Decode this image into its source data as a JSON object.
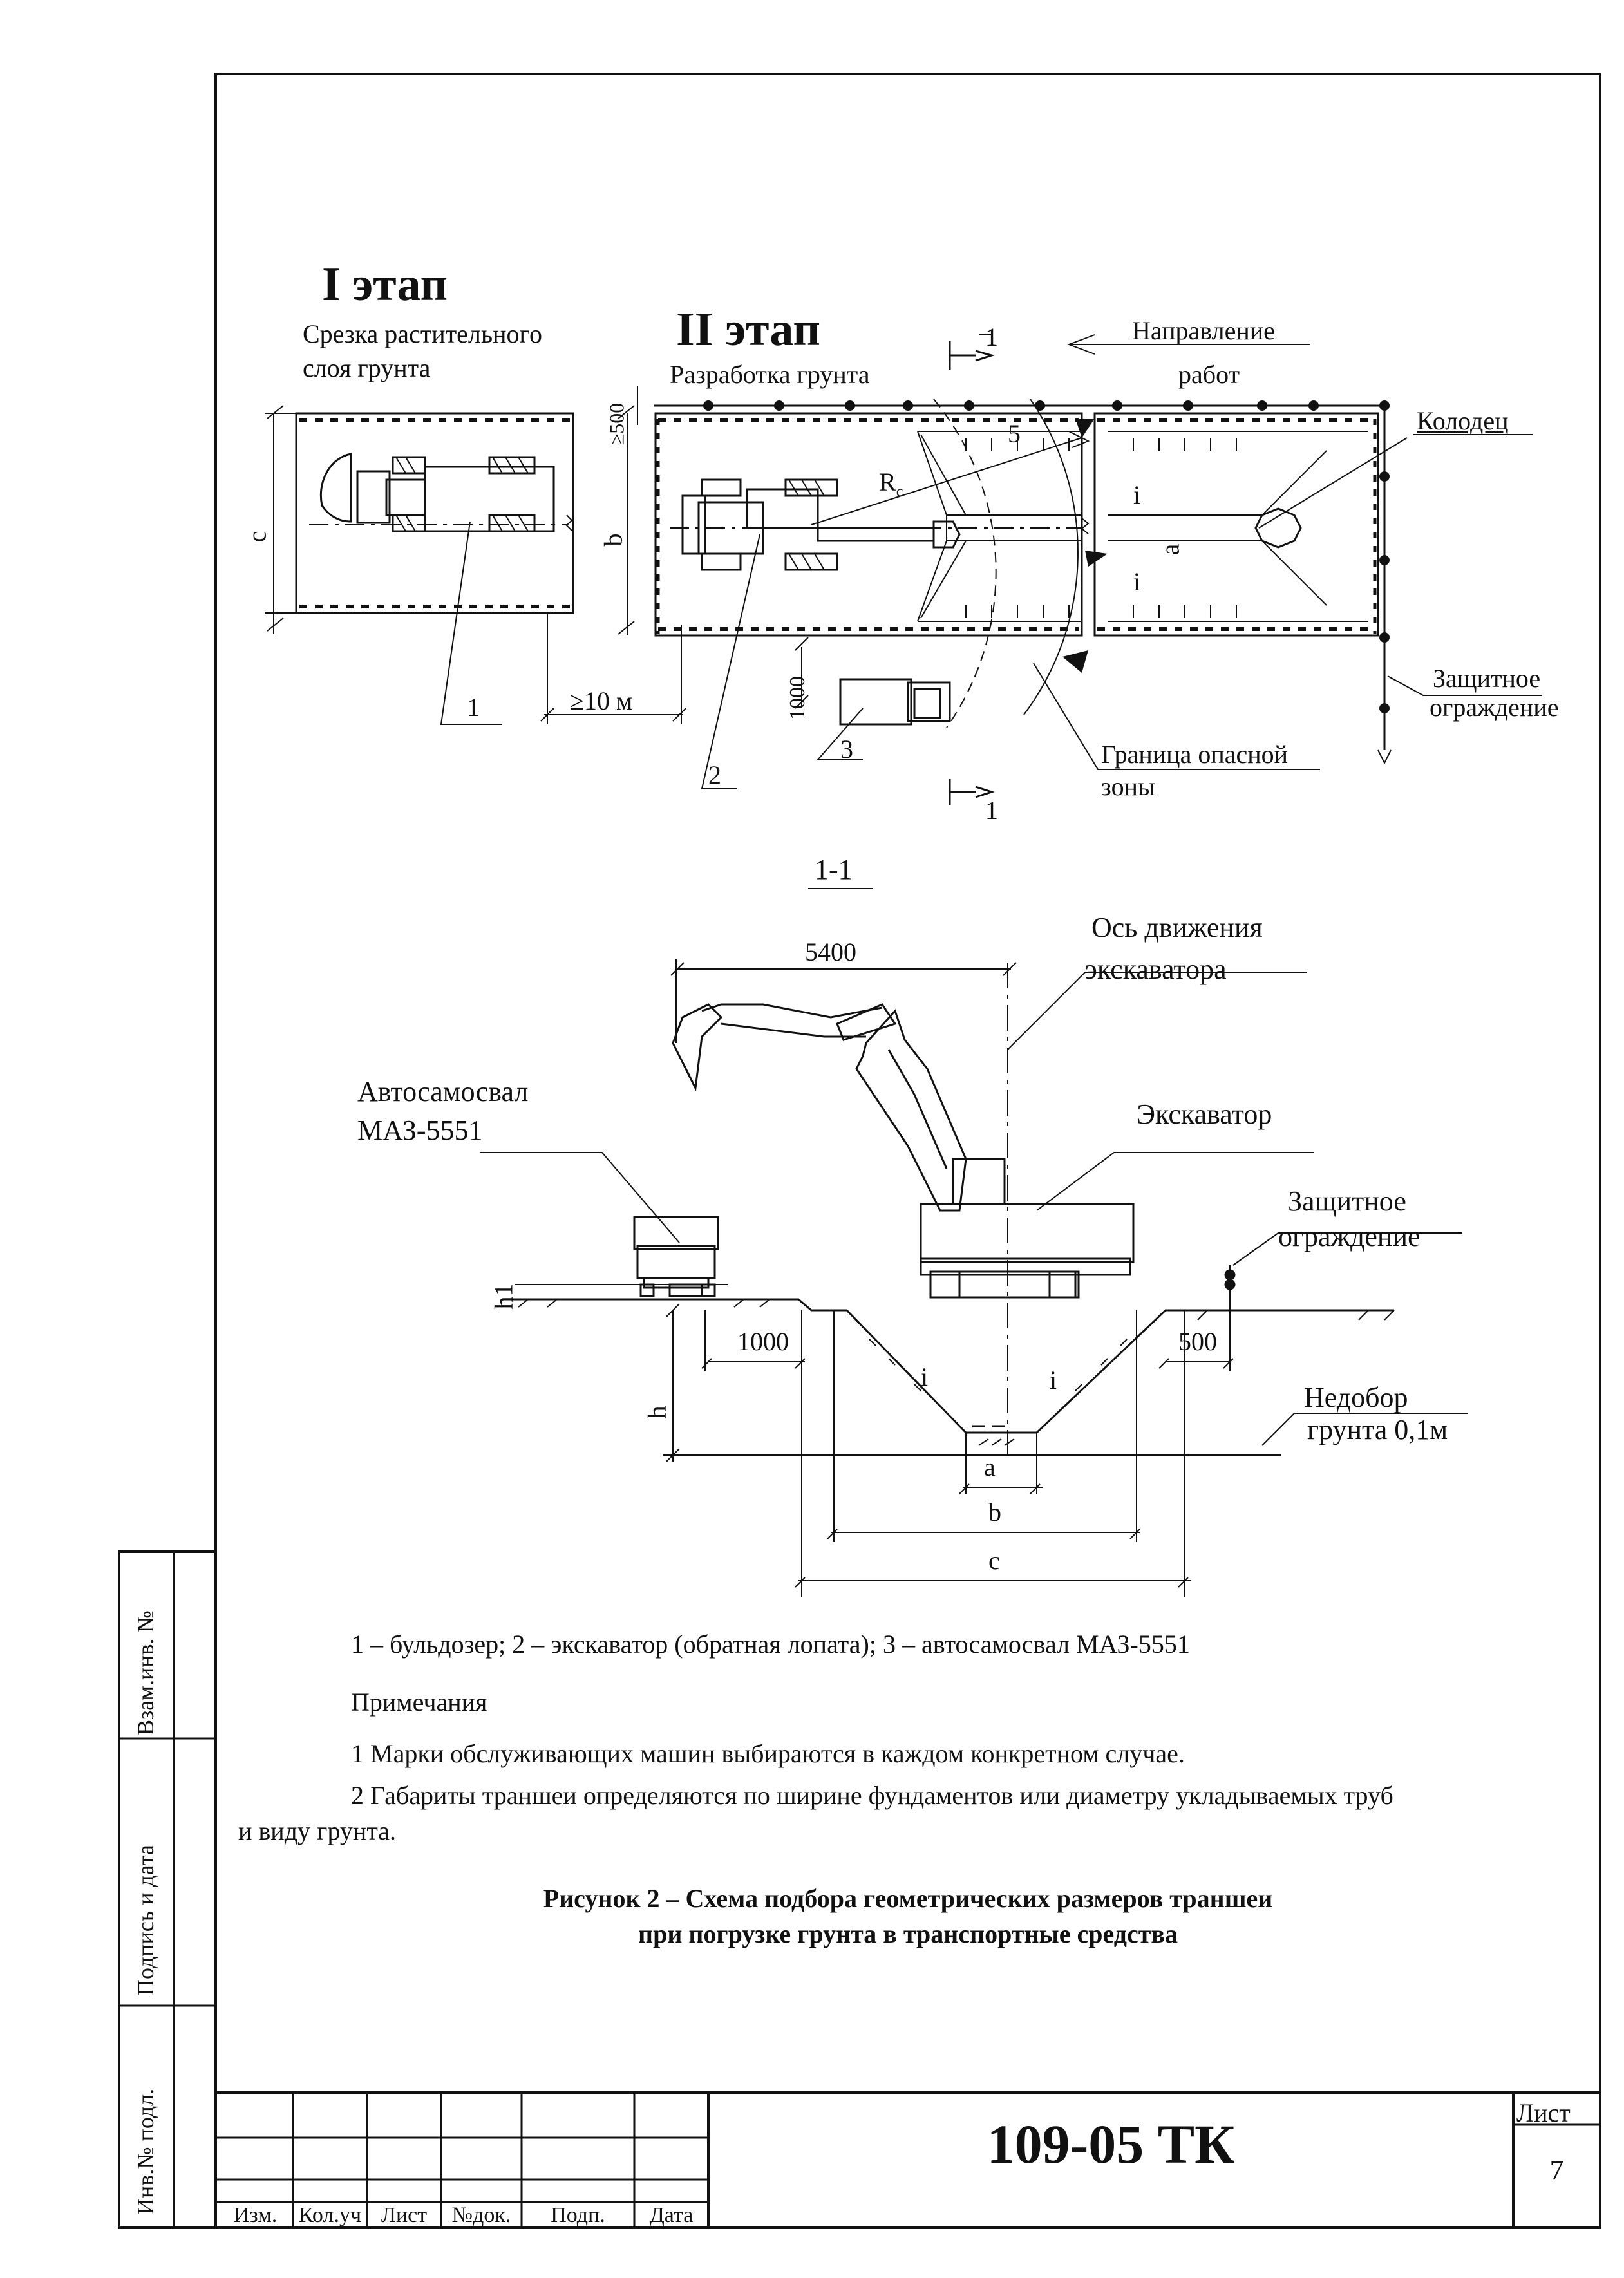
{
  "stage1": {
    "title": "I этап",
    "subtitle_line1": "Срезка растительного",
    "subtitle_line2": "слоя грунта"
  },
  "stage2": {
    "title": "II этап",
    "subtitle": "Разработка грунта"
  },
  "direction": {
    "line1": "Направление",
    "line2": "работ"
  },
  "plan_labels": {
    "well": "Колодец",
    "fence_line1": "Защитное",
    "fence_line2": "ограждение",
    "danger_line1": "Граница опасной",
    "danger_line2": "зоны",
    "section_mark": "1",
    "callout_1": "1",
    "callout_2": "2",
    "callout_3": "3",
    "dim_c": "c",
    "dim_b": "b",
    "dim_a": "a",
    "slope_i": "i",
    "dim_500_top": "≥500",
    "dim_10m": "≥10 м",
    "dim_1000": "1000",
    "radius": "R",
    "radius_sub": "с",
    "dim_5": "5"
  },
  "section": {
    "title": "1-1",
    "dim_5400": "5400",
    "axis_line1": "Ось движения",
    "axis_line2": "экскаватора",
    "truck_line1": "Автосамосвал",
    "truck_line2": "МАЗ-5551",
    "excavator": "Экскаватор",
    "fence_line1": "Защитное",
    "fence_line2": "ограждение",
    "underdig_line1": "Недобор",
    "underdig_line2": "грунта 0,1м",
    "h1": "h1",
    "h": "h",
    "dim_1000": "1000",
    "dim_500": "500",
    "a": "a",
    "b": "b",
    "c": "c",
    "i": "i"
  },
  "legend": "1 – бульдозер; 2 – экскаватор (обратная лопата); 3 – автосамосвал МАЗ-5551",
  "notes_title": "Примечания",
  "note1": "1 Марки обслуживающих машин выбираются в каждом конкретном случае.",
  "note2_line1": "2 Габариты траншеи определяются по ширине фундаментов или диаметру укладываемых труб",
  "note2_line2": "и виду грунта.",
  "caption_line1": "Рисунок 2 – Схема подбора геометрических размеров траншеи",
  "caption_line2": "при погрузке грунта в транспортные средства",
  "side_stamp": {
    "f1": "Взам.инв. №",
    "f2": "Подпись и дата",
    "f3": "Инв.№ подл."
  },
  "title_block": {
    "doc_code": "109-05 ТК",
    "sheet_label": "Лист",
    "sheet_no": "7",
    "cols": [
      "Изм.",
      "Кол.уч",
      "Лист",
      "№док.",
      "Подп.",
      "Дата"
    ]
  }
}
